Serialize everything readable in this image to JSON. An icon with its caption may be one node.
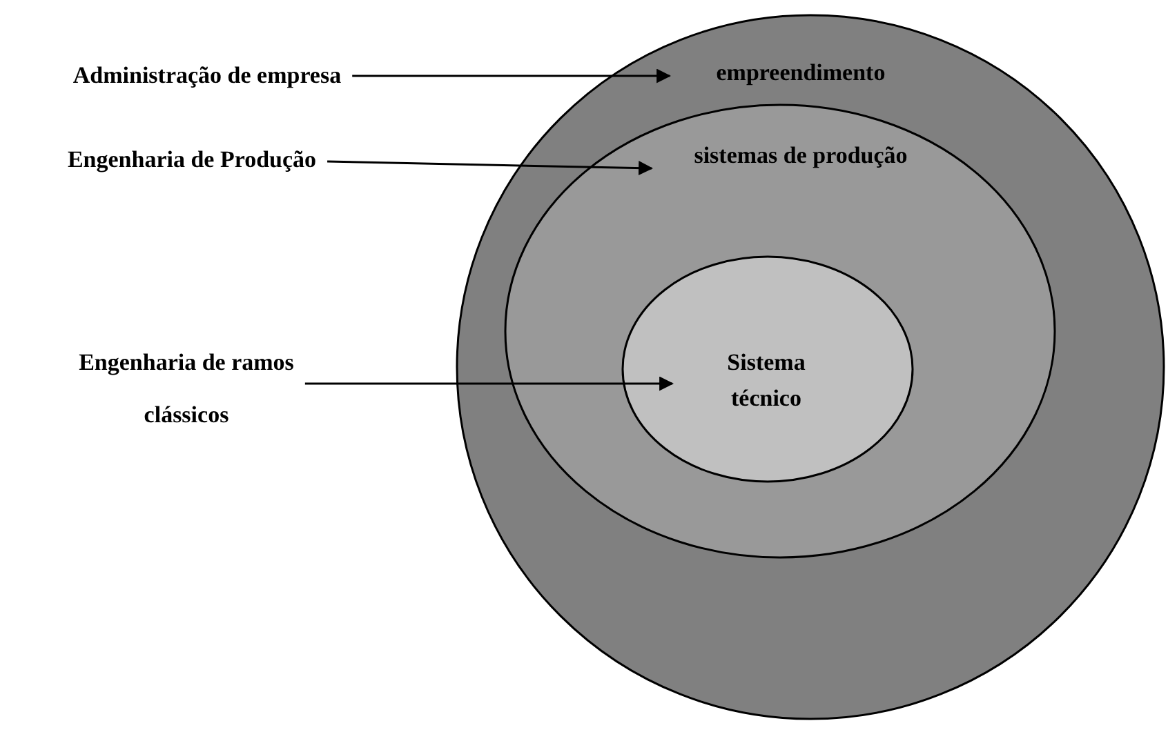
{
  "diagram": {
    "nodes": [
      {
        "text": [
          "empreendimento"
        ]
      },
      {
        "text": [
          "sistemas de produção"
        ],
        "in": 0
      },
      {
        "text": [
          "Sistema técnico"
        ],
        "in": 1
      },
      {
        "text": [
          "Administração de empresa"
        ]
      },
      {
        "text": [
          "Engenharia de Produção"
        ]
      },
      {
        "text": [
          "Engenharia de ramos clássicos"
        ]
      }
    ],
    "edges": [
      {
        "from": 3,
        "to": 0,
        "arrow": "to"
      },
      {
        "from": 4,
        "to": 1,
        "arrow": "to"
      },
      {
        "from": 5,
        "to": 2,
        "arrow": "to"
      }
    ]
  }
}
